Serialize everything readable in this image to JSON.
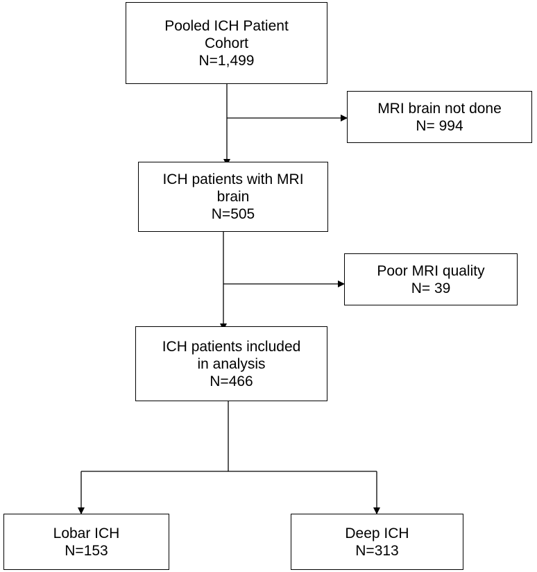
{
  "nodes": {
    "pooled": {
      "lines": [
        "Pooled ICH Patient",
        "Cohort",
        "N=1,499"
      ]
    },
    "mri_not": {
      "lines": [
        "MRI brain not done",
        "N= 994"
      ]
    },
    "with_mri": {
      "lines": [
        "ICH patients with MRI",
        "brain",
        "N=505"
      ]
    },
    "poor": {
      "lines": [
        "Poor MRI quality",
        "N= 39"
      ]
    },
    "included": {
      "lines": [
        "ICH patients included",
        "in analysis",
        "N=466"
      ]
    },
    "lobar": {
      "lines": [
        "Lobar ICH",
        "N=153"
      ]
    },
    "deep": {
      "lines": [
        "Deep ICH",
        "N=313"
      ]
    }
  },
  "colors": {
    "line": "#000000",
    "box_border": "#000000",
    "background": "#ffffff"
  }
}
